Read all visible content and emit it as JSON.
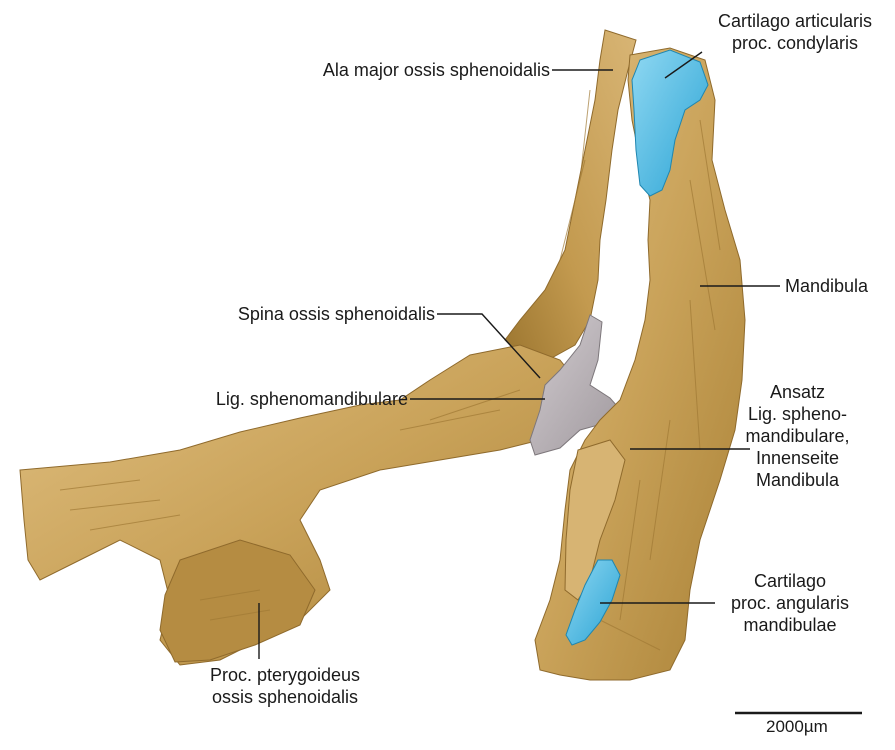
{
  "labels": {
    "ala_major": "Ala major ossis sphenoidalis",
    "cart_art_1": "Cartilago articularis",
    "cart_art_2": "proc. condylaris",
    "mandibula": "Mandibula",
    "spina": "Spina ossis sphenoidalis",
    "lig_spheno": "Lig. sphenomandibulare",
    "ansatz_1": "Ansatz",
    "ansatz_2": "Lig. spheno-",
    "ansatz_3": "mandibulare,",
    "ansatz_4": "Innenseite",
    "ansatz_5": "Mandibula",
    "cart_ang_1": "Cartilago",
    "cart_ang_2": "proc. angularis",
    "cart_ang_3": "mandibulae",
    "ptery_1": "Proc. pterygoideus",
    "ptery_2": "ossis sphenoidalis"
  },
  "scale_bar": {
    "label": "2000µm"
  },
  "colors": {
    "bone": "#c9a259",
    "bone_dark": "#8f6a2c",
    "bone_light": "#e2c38a",
    "cartilage": "#3db3e0",
    "cartilage_light": "#8fd8f2",
    "ligament": "#b9b3b8",
    "line": "#1a1a1a"
  }
}
